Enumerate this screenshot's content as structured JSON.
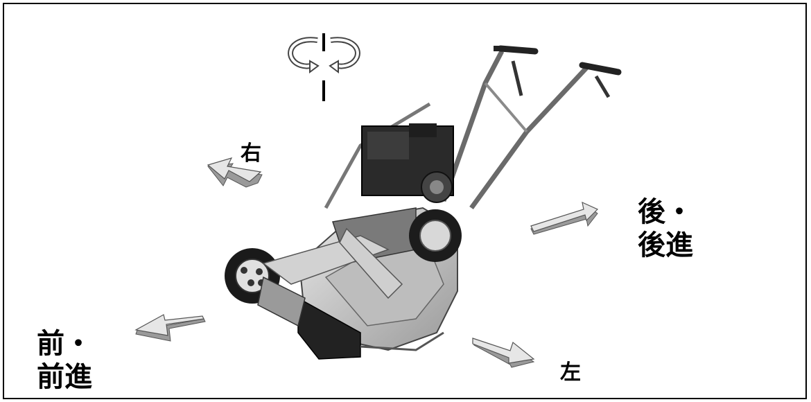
{
  "labels": {
    "right": "右",
    "left": "左",
    "rear_line1": "後・",
    "rear_line2": "後進",
    "front_line1": "前・",
    "front_line2": "前進"
  },
  "icons": {
    "rotation": "rotation-icon",
    "machine": "mower-machine-illustration"
  },
  "colors": {
    "arrow_face": "#e6e6e6",
    "arrow_side": "#9a9a9a",
    "machine_dark": "#2a2a2a",
    "machine_mid": "#8c8c8c",
    "machine_light": "#d0d0d0"
  }
}
